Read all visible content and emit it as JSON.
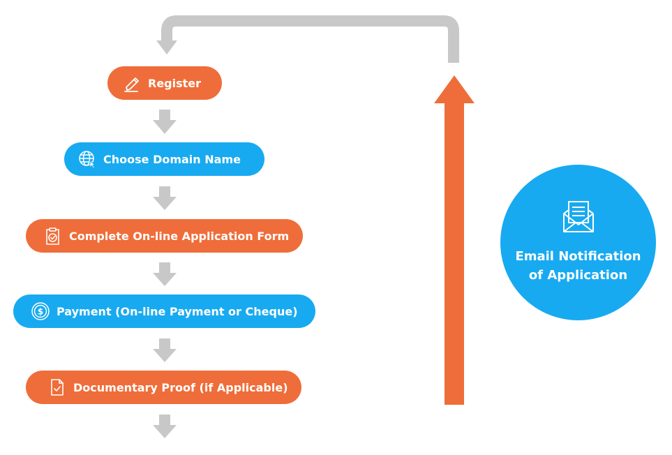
{
  "colors": {
    "orange": "#EF6D3A",
    "blue": "#18AAF0",
    "gray": "#C8C8C8",
    "white": "#FFFFFF"
  },
  "steps": [
    {
      "label": "Register",
      "icon": "pencil-icon",
      "color": "orange"
    },
    {
      "label": "Choose Domain Name",
      "icon": "globe-cursor-icon",
      "color": "blue"
    },
    {
      "label": "Complete On-line Application Form",
      "icon": "clipboard-check-icon",
      "color": "orange"
    },
    {
      "label": "Payment (On-line Payment or Cheque)",
      "icon": "dollar-coin-icon",
      "color": "blue"
    },
    {
      "label": "Documentary Proof (if Applicable)",
      "icon": "document-check-icon",
      "color": "orange"
    }
  ],
  "notification": {
    "label": "Email Notification of Application",
    "icon": "envelope-letter-icon",
    "color": "blue"
  }
}
